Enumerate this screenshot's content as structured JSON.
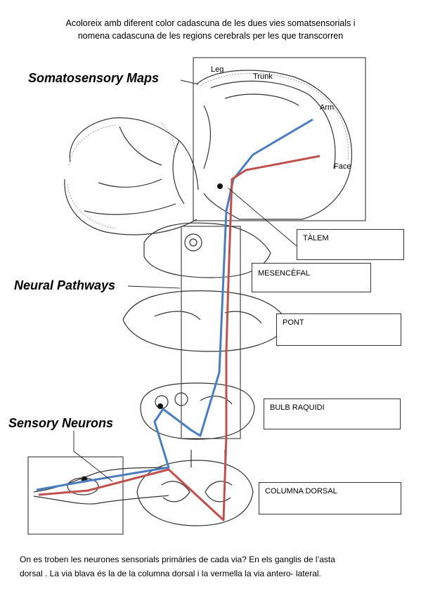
{
  "instructions": {
    "line1": "Acoloreix amb diferent color cadascuna de les dues vies somatsensorials i",
    "line2": "nomena cadascuna de les regions cerebrals per les que transcorren"
  },
  "labels": {
    "somatosensory_maps": "Somatosensory Maps",
    "neural_pathways": "Neural Pathways",
    "sensory_neurons": "Sensory Neurons",
    "leg": "Leg",
    "trunk": "Trunk",
    "arm": "Arm",
    "face": "Face"
  },
  "answers": {
    "talem": "TÀLEM",
    "mesencefal": "MESENCÈFAL",
    "pont": "PONT",
    "bulb": "BULB RAQUIDI",
    "columna": "COLUMNA DORSAL"
  },
  "footer": {
    "line1": "On es troben les neurones sensorials primàries de cada via? En els ganglis de l’asta",
    "line2": "dorsal . La via blava és la de la columna dorsal i la vermella la via antero- lateral."
  },
  "colors": {
    "blue_pathway": "#4a7cc0",
    "red_pathway": "#c0504d"
  }
}
